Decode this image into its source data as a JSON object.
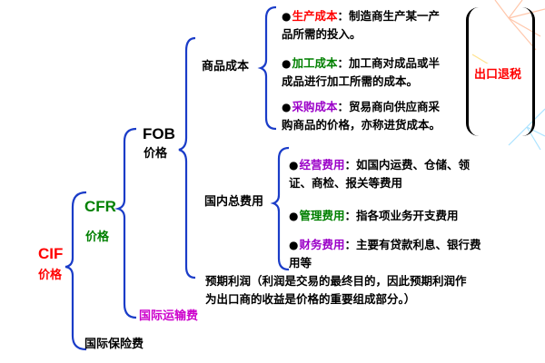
{
  "colors": {
    "cif": "#ff0000",
    "cfr": "#008000",
    "fob": "#000000",
    "bracket": "#1a3cc8",
    "term_red": "#ff0000",
    "term_purple": "#9b00c8",
    "term_green": "#008000",
    "freight": "#cc00cc",
    "box_title": "#ff0000"
  },
  "left": {
    "cif": {
      "title": "CIF",
      "sub": "价格"
    },
    "cfr": {
      "title": "CFR",
      "sub": "价格"
    },
    "fob": {
      "title": "FOB",
      "sub": "价格"
    },
    "insurance": "国际保险费",
    "freight": "国际运输费"
  },
  "middle": {
    "commodity_cost": "商品成本",
    "domestic_costs": "国内总费用",
    "profit": {
      "line1": "预期利润（利润是交易的最终目的，因此预期利润作",
      "line2": "为出口商的收益是价格的重要组成部分。）"
    }
  },
  "cost_items": [
    {
      "term": "生产成本",
      "line1": "：制造商生产某一产",
      "line2": "品所需的投入。"
    },
    {
      "term": "加工成本",
      "line1": "：加工商对成品或半",
      "line2": "成品进行加工所需的成本。"
    },
    {
      "term": "采购成本",
      "line1": "：贸易商向供应商采",
      "line2": "购商品的价格，亦称进货成本。"
    }
  ],
  "fee_items": [
    {
      "term": "经营费用",
      "line1": "：如国内运费、仓储、领",
      "line2": "证、商检、报关等费用"
    },
    {
      "term": "管理费用",
      "line1": "：指各项业务开支费用",
      "line2": ""
    },
    {
      "term": "财务费用",
      "line1": "：主要有贷款利息、银行费",
      "line2": "用等"
    }
  ],
  "box": {
    "title": "出口退税"
  },
  "bullet": "●"
}
